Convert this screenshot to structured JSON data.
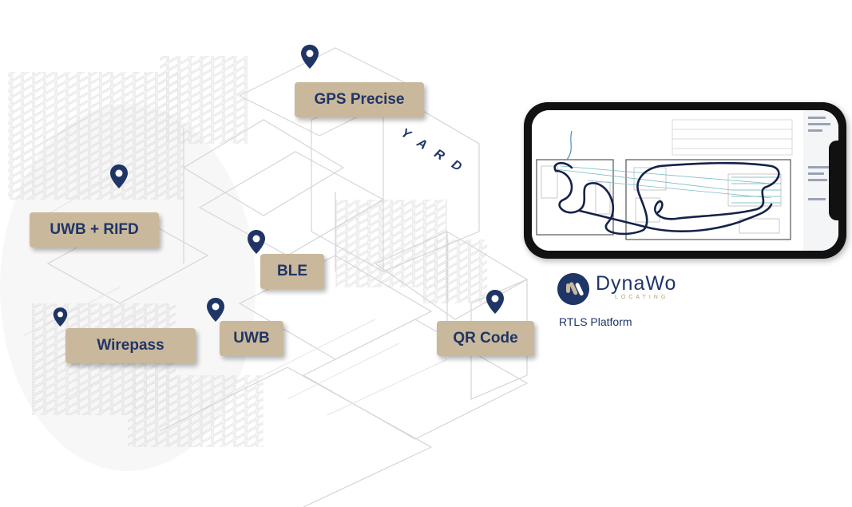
{
  "labels": {
    "gps": "GPS Precise",
    "uwb_rifd": "UWB + RIFD",
    "ble": "BLE",
    "wirepass": "Wirepass",
    "uwb": "UWB",
    "qr": "QR Code"
  },
  "yard_text": "YARD",
  "brand": {
    "name": "DynaWo",
    "tagline": "LOCATING",
    "platform": "RTLS Platform"
  },
  "colors": {
    "navy": "#1f3566",
    "tan": "#c9b89c",
    "gold": "#b59e77"
  },
  "icons": [
    "map-pin-icon",
    "dynawo-logo-icon"
  ]
}
